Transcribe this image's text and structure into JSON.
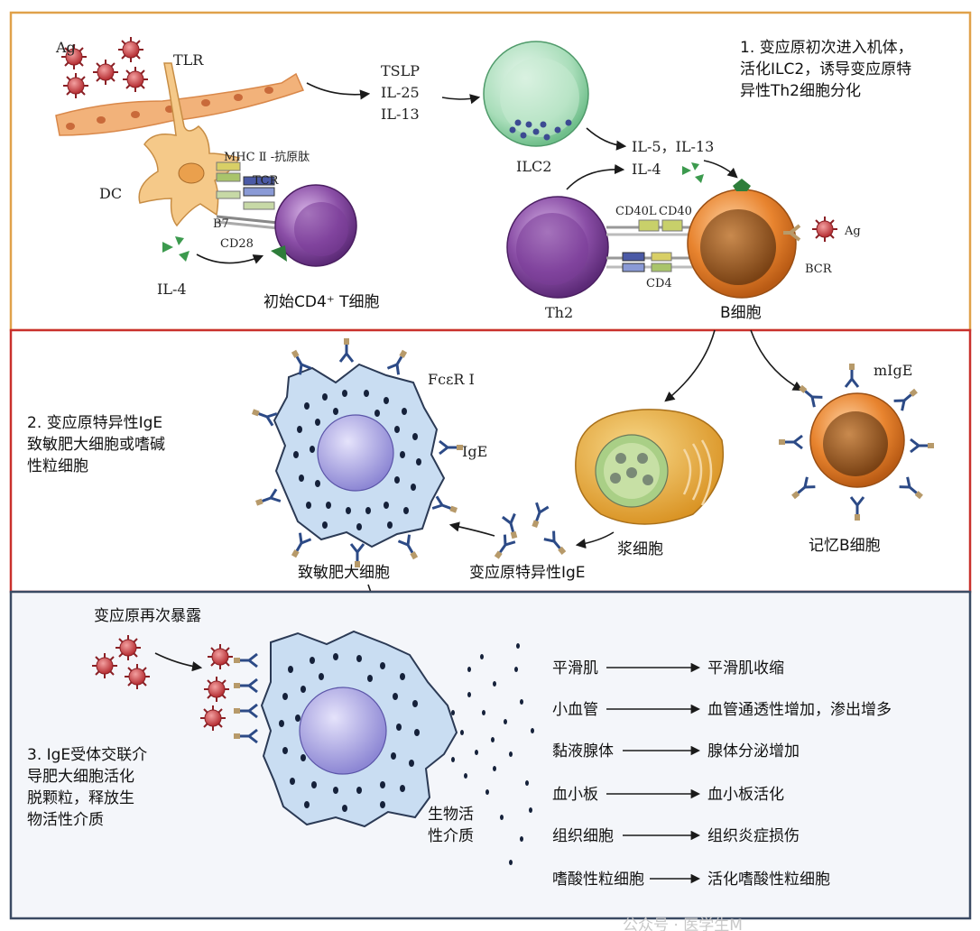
{
  "colors": {
    "panel1_border": "#e0a14a",
    "panel2_border": "#c9302c",
    "panel3_border": "#3a4a63",
    "panel3_fill": "#f4f6fa",
    "mast_cell_fill": "#c9ddf2",
    "mast_cell_outline": "#2b3a55",
    "ilc2_fill": "#a8ddb9",
    "tcell_fill": "#8a4ea6",
    "bcell_fill": "#e8842f",
    "epithelium_fill": "#f2b27a",
    "plasma_fill": "#e9a934",
    "allergen_fill": "#d0474a",
    "il4_color": "#3c9a4e"
  },
  "panel1": {
    "note": "1. 变应原初次进入机体，活化ILC2，诱导变应原特异性Th2细胞分化",
    "note_lines": [
      "1. 变应原初次进入机体，",
      "活化ILC2，诱导变应原特",
      "异性Th2细胞分化"
    ],
    "ag": "Ag",
    "tlr": "TLR",
    "dc": "DC",
    "mhc": "MHC Ⅱ -抗原肽",
    "tcr": "TCR",
    "b7": "B7",
    "cd28": "CD28",
    "il4_left": "IL-4",
    "naive_t": "初始CD4⁺ T细胞",
    "cytokines_1": [
      "TSLP",
      "IL-25",
      "IL-13"
    ],
    "ilc2": "ILC2",
    "cytokines_2": "IL-5，IL-13",
    "il4_mid": "IL-4",
    "cd40l": "CD40L",
    "cd40": "CD40",
    "cd4": "CD4",
    "th2": "Th2",
    "b_cell": "B细胞",
    "bcr": "BCR",
    "ag_right": "Ag"
  },
  "panel2": {
    "note": "2. 变应原特异性IgE致敏肥大细胞或嗜碱性粒细胞",
    "note_lines": [
      "2. 变应原特异性IgE",
      "致敏肥大细胞或嗜碱",
      "性粒细胞"
    ],
    "fceri": "FcεR Ⅰ",
    "ige": "IgE",
    "sensitized_mast": "致敏肥大细胞",
    "specific_ige": "变应原特异性IgE",
    "plasma_cell": "浆细胞",
    "migE": "mIgE",
    "memory_b": "记忆B细胞"
  },
  "panel3": {
    "reexposure": "变应原再次暴露",
    "note": "3. IgE受体交联介导肥大细胞活化脱颗粒，释放生物活性介质",
    "note_lines": [
      "3. IgE受体交联介",
      "导肥大细胞活化",
      "脱颗粒，释放生",
      "物活性介质"
    ],
    "mediators_lines": [
      "生物活",
      "性介质"
    ],
    "effects": [
      {
        "target": "平滑肌",
        "effect": "平滑肌收缩"
      },
      {
        "target": "小血管",
        "effect": "血管通透性增加，渗出增多"
      },
      {
        "target": "黏液腺体",
        "effect": "腺体分泌增加"
      },
      {
        "target": "血小板",
        "effect": "血小板活化"
      },
      {
        "target": "组织细胞",
        "effect": "组织炎症损伤"
      },
      {
        "target": "嗜酸性粒细胞",
        "effect": "活化嗜酸性粒细胞"
      }
    ]
  },
  "watermark": "公众号 · 医学生M"
}
